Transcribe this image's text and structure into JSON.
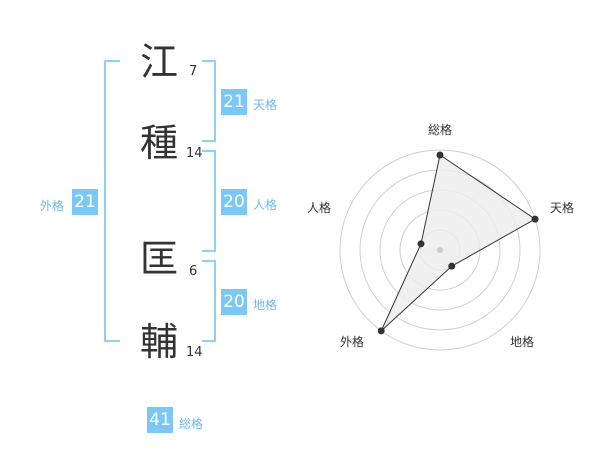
{
  "name_chars": [
    {
      "char": "江",
      "strokes": "7"
    },
    {
      "char": "種",
      "strokes": "14"
    },
    {
      "char": "匡",
      "strokes": "6"
    },
    {
      "char": "輔",
      "strokes": "14"
    }
  ],
  "scores": {
    "tenkaku": {
      "value": "21",
      "label": "天格"
    },
    "jinkaku": {
      "value": "20",
      "label": "人格"
    },
    "chikaku": {
      "value": "20",
      "label": "地格"
    },
    "gaikaku": {
      "value": "21",
      "label": "外格"
    },
    "soukaku": {
      "value": "41",
      "label": "総格"
    }
  },
  "radar": {
    "axes": [
      "総格",
      "天格",
      "地格",
      "外格",
      "人格"
    ],
    "values": [
      0.95,
      1.0,
      0.2,
      1.0,
      0.2
    ]
  },
  "colors": {
    "accent": "#7cc8f5",
    "bracket": "#8fd0f6",
    "label": "#6cbbe8",
    "ring": "#d0d0d0",
    "fill": "#ececec"
  }
}
